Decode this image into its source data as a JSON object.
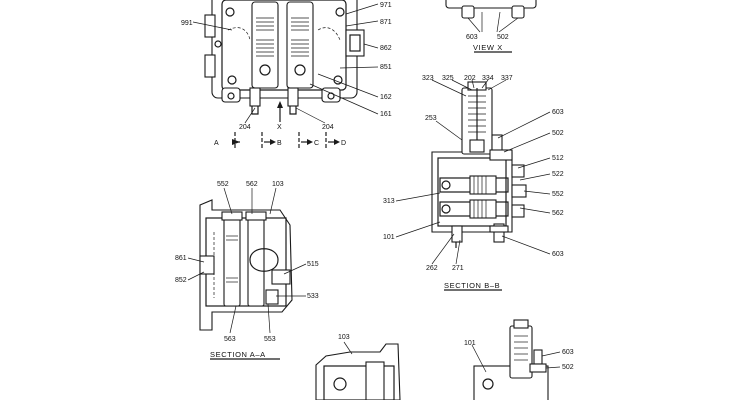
{
  "labels": {
    "topview": {
      "l991": "991",
      "l971": "971",
      "l871": "871",
      "l862": "862",
      "l851": "851",
      "l162": "162",
      "l161": "161",
      "l204a": "204",
      "l204b": "204",
      "x": "X",
      "a": "A",
      "b": "B",
      "c": "C",
      "d": "D"
    },
    "viewx": {
      "l603": "603",
      "l502": "502",
      "caption": "VIEW   X"
    },
    "sectionbb": {
      "l323": "323",
      "l325": "325",
      "l202": "202",
      "l334": "334",
      "l337": "337",
      "l253": "253",
      "l603a": "603",
      "l502": "502",
      "l512": "512",
      "l522": "522",
      "l552": "552",
      "l562": "562",
      "l313": "313",
      "l101": "101",
      "l262": "262",
      "l271": "271",
      "l603b": "603",
      "caption": "SECTION   B–B"
    },
    "sectionaa": {
      "l552": "552",
      "l562": "562",
      "l103": "103",
      "l861": "861",
      "l852": "852",
      "l515": "515",
      "l533": "533",
      "l563": "563",
      "l553": "553",
      "caption": "SECTION   A–A"
    },
    "bottom": {
      "l103": "103",
      "l101": "101",
      "l603": "603",
      "l502": "502"
    }
  }
}
